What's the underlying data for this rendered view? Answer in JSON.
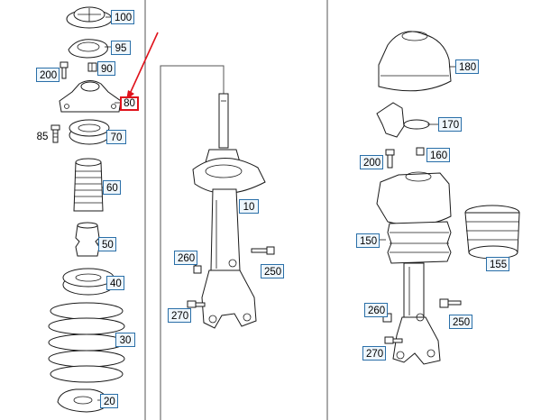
{
  "labels": {
    "p100": "100",
    "p95": "95",
    "p200a": "200",
    "p90": "90",
    "p80": "80",
    "p85": "85",
    "p70": "70",
    "p60": "60",
    "p50": "50",
    "p40": "40",
    "p30": "30",
    "p20": "20",
    "p10": "10",
    "p260a": "260",
    "p250a": "250",
    "p270a": "270",
    "p180": "180",
    "p170": "170",
    "p200b": "200",
    "p160": "160",
    "p150": "150",
    "p155": "155",
    "p260b": "260",
    "p250b": "250",
    "p270b": "270"
  },
  "colors": {
    "label_border": "#2a6fa8",
    "label_fill": "#eef6fc",
    "highlight": "#e0121b"
  }
}
